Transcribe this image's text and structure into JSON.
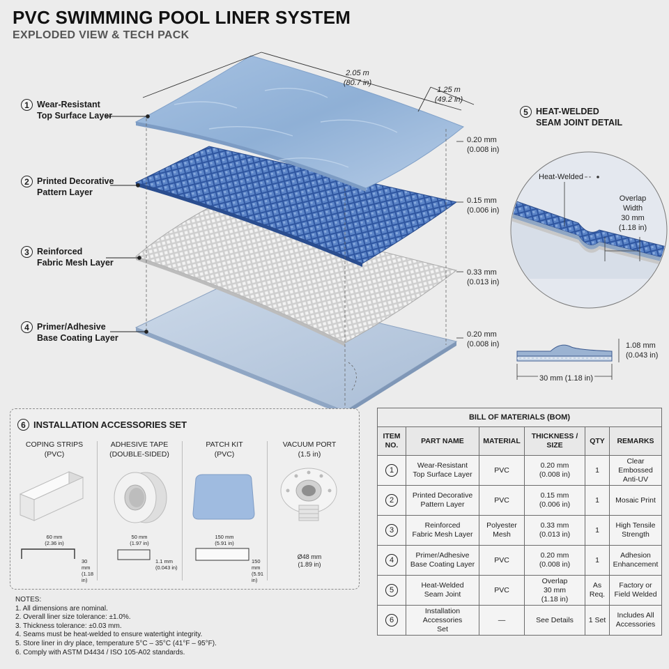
{
  "header": {
    "title": "PVC SWIMMING POOL LINER SYSTEM",
    "subtitle": "EXPLODED VIEW & TECH PACK"
  },
  "colors": {
    "water_blue": "#8fb0d6",
    "mosaic_blue": "#3f67ad",
    "mesh_grey": "#d8d8d8",
    "base_blue": "#b7c9de",
    "background": "#ececec"
  },
  "overall_dimensions": {
    "length": "2.05 m",
    "length_imperial": "(80.7 in)",
    "width": "1.25 m",
    "width_imperial": "(49.2 in)"
  },
  "layers": [
    {
      "num": "1",
      "label_line1": "Wear-Resistant",
      "label_line2": "Top Surface Layer",
      "thickness": "0.20 mm",
      "thickness_imperial": "(0.008 in)"
    },
    {
      "num": "2",
      "label_line1": "Printed Decorative",
      "label_line2": "Pattern Layer",
      "thickness": "0.15 mm",
      "thickness_imperial": "(0.006 in)"
    },
    {
      "num": "3",
      "label_line1": "Reinforced",
      "label_line2": "Fabric Mesh Layer",
      "thickness": "0.33 mm",
      "thickness_imperial": "(0.013 in)"
    },
    {
      "num": "4",
      "label_line1": "Primer/Adhesive",
      "label_line2": "Base Coating Layer",
      "thickness": "0.20 mm",
      "thickness_imperial": "(0.008 in)"
    }
  ],
  "seam_detail": {
    "num": "5",
    "title_line1": "HEAT-WELDED",
    "title_line2": "SEAM JOINT DETAIL",
    "weld_label": "Heat-Welded",
    "overlap_line1": "Overlap",
    "overlap_line2": "Width",
    "overlap_line3": "30 mm",
    "overlap_line4": "(1.18 in)",
    "section_height": "1.08 mm",
    "section_height_imperial": "(0.043 in)",
    "section_width": "30 mm (1.18 in)"
  },
  "accessories": {
    "num": "6",
    "title": "INSTALLATION ACCESSORIES SET",
    "items": [
      {
        "name_line1": "COPING STRIPS",
        "name_line2": "(PVC)",
        "dim_a": "60 mm",
        "dim_a_imperial": "(2.36 in)",
        "dim_b": "30 mm",
        "dim_b_imperial": "(1.18 in)"
      },
      {
        "name_line1": "ADHESIVE TAPE",
        "name_line2": "(DOUBLE-SIDED)",
        "dim_a": "50 mm",
        "dim_a_imperial": "(1.97 in)",
        "dim_b": "1.1 mm",
        "dim_b_imperial": "(0.043 in)"
      },
      {
        "name_line1": "PATCH KIT",
        "name_line2": "(PVC)",
        "dim_a": "150 mm",
        "dim_a_imperial": "(5.91 in)",
        "dim_b": "150 mm",
        "dim_b_imperial": "(5.91 in)"
      },
      {
        "name_line1": "VACUUM PORT",
        "name_line2": "(1.5 in)",
        "dim_a": "Ø48 mm",
        "dim_a_imperial": "(1.89 in)"
      }
    ]
  },
  "notes": {
    "heading": "NOTES:",
    "items": [
      "1. All dimensions are nominal.",
      "2. Overall liner size tolerance: ±1.0%.",
      "3. Thickness tolerance: ±0.03 mm.",
      "4. Seams must be heat-welded to ensure watertight integrity.",
      "5. Store liner in dry place, temperature 5°C – 35°C (41°F – 95°F).",
      "6. Comply with ASTM D4434 / ISO 105-A02 standards."
    ]
  },
  "bom": {
    "title": "BILL OF MATERIALS (BOM)",
    "columns": {
      "item_line1": "ITEM",
      "item_line2": "NO.",
      "part": "PART NAME",
      "material": "MATERIAL",
      "thickness_line1": "THICKNESS /",
      "thickness_line2": "SIZE",
      "qty": "QTY",
      "remarks": "REMARKS"
    },
    "rows": [
      {
        "item": "1",
        "part_line1": "Wear-Resistant",
        "part_line2": "Top Surface Layer",
        "material_line1": "PVC",
        "material_line2": "",
        "size_line1": "0.20 mm",
        "size_line2": "(0.008 in)",
        "size_line3": "",
        "qty_line1": "1",
        "qty_line2": "",
        "remarks_line1": "Clear Embossed",
        "remarks_line2": "Anti-UV"
      },
      {
        "item": "2",
        "part_line1": "Printed Decorative",
        "part_line2": "Pattern Layer",
        "material_line1": "PVC",
        "material_line2": "",
        "size_line1": "0.15 mm",
        "size_line2": "(0.006 in)",
        "size_line3": "",
        "qty_line1": "1",
        "qty_line2": "",
        "remarks_line1": "Mosaic Print",
        "remarks_line2": ""
      },
      {
        "item": "3",
        "part_line1": "Reinforced",
        "part_line2": "Fabric Mesh Layer",
        "material_line1": "Polyester",
        "material_line2": "Mesh",
        "size_line1": "0.33 mm",
        "size_line2": "(0.013 in)",
        "size_line3": "",
        "qty_line1": "1",
        "qty_line2": "",
        "remarks_line1": "High Tensile",
        "remarks_line2": "Strength"
      },
      {
        "item": "4",
        "part_line1": "Primer/Adhesive",
        "part_line2": "Base Coating Layer",
        "material_line1": "PVC",
        "material_line2": "",
        "size_line1": "0.20 mm",
        "size_line2": "(0.008 in)",
        "size_line3": "",
        "qty_line1": "1",
        "qty_line2": "",
        "remarks_line1": "Adhesion",
        "remarks_line2": "Enhancement"
      },
      {
        "item": "5",
        "part_line1": "Heat-Welded",
        "part_line2": "Seam Joint",
        "material_line1": "PVC",
        "material_line2": "",
        "size_line1": "Overlap",
        "size_line2": "30 mm",
        "size_line3": "(1.18 in)",
        "qty_line1": "As",
        "qty_line2": "Req.",
        "remarks_line1": "Factory or",
        "remarks_line2": "Field Welded"
      },
      {
        "item": "6",
        "part_line1": "Installation Accessories",
        "part_line2": "Set",
        "material_line1": "—",
        "material_line2": "",
        "size_line1": "See Details",
        "size_line2": "",
        "size_line3": "",
        "qty_line1": "1 Set",
        "qty_line2": "",
        "remarks_line1": "Includes All",
        "remarks_line2": "Accessories"
      }
    ]
  }
}
